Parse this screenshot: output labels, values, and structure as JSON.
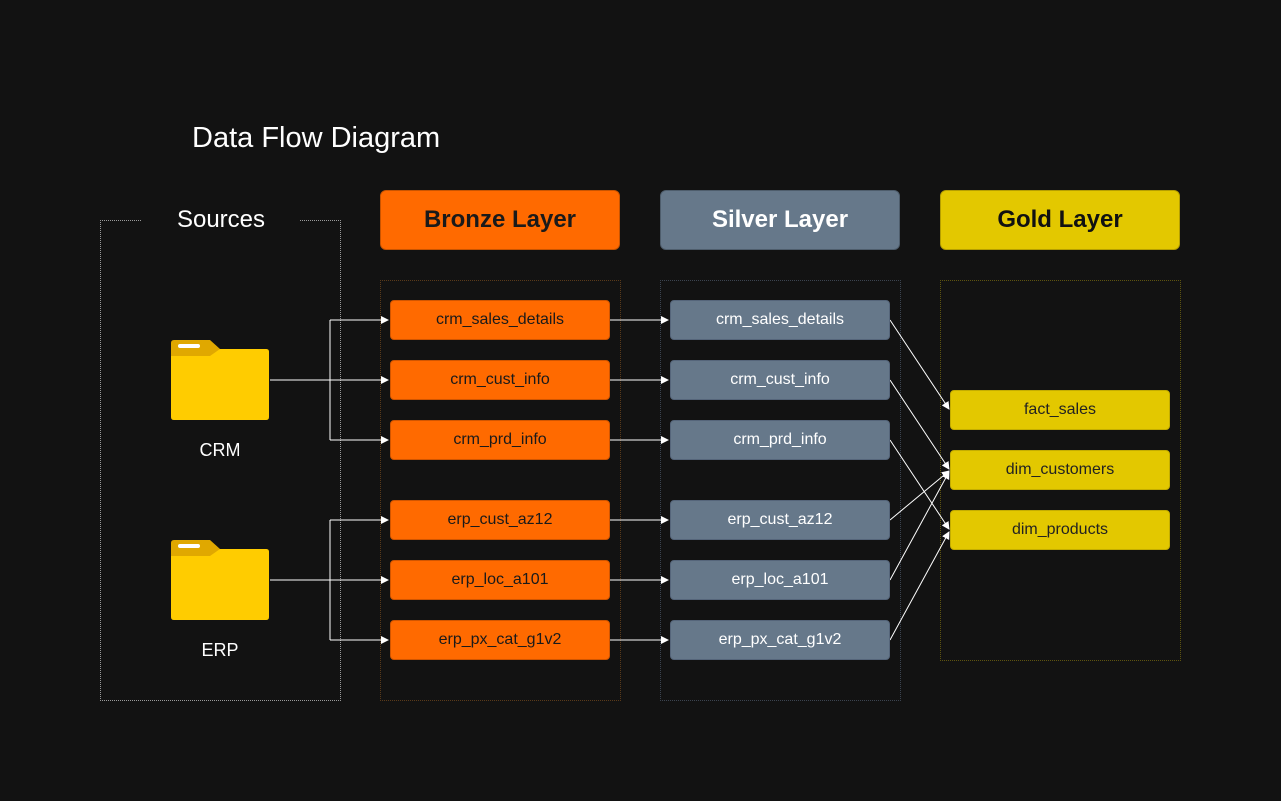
{
  "title": "Data Flow Diagram",
  "sources": {
    "heading": "Sources",
    "items": [
      {
        "label": "CRM",
        "icon": "folder-icon"
      },
      {
        "label": "ERP",
        "icon": "folder-icon"
      }
    ]
  },
  "layers": {
    "bronze": {
      "label": "Bronze Layer",
      "color": "#ff6a00",
      "tables": [
        "crm_sales_details",
        "crm_cust_info",
        "crm_prd_info",
        "erp_cust_az12",
        "erp_loc_a101",
        "erp_px_cat_g1v2"
      ]
    },
    "silver": {
      "label": "Silver Layer",
      "color": "#66788a",
      "tables": [
        "crm_sales_details",
        "crm_cust_info",
        "crm_prd_info",
        "erp_cust_az12",
        "erp_loc_a101",
        "erp_px_cat_g1v2"
      ]
    },
    "gold": {
      "label": "Gold Layer",
      "color": "#e3c800",
      "tables": [
        "fact_sales",
        "dim_customers",
        "dim_products"
      ]
    }
  },
  "flows": {
    "source_to_bronze": [
      {
        "from": "CRM",
        "to": [
          "crm_sales_details",
          "crm_cust_info",
          "crm_prd_info"
        ]
      },
      {
        "from": "ERP",
        "to": [
          "erp_cust_az12",
          "erp_loc_a101",
          "erp_px_cat_g1v2"
        ]
      }
    ],
    "bronze_to_silver": "one-to-one",
    "silver_to_gold": [
      {
        "from": "crm_sales_details",
        "to": "fact_sales"
      },
      {
        "from": "crm_cust_info",
        "to": "dim_customers"
      },
      {
        "from": "crm_prd_info",
        "to": "dim_products"
      },
      {
        "from": "erp_cust_az12",
        "to": "dim_customers"
      },
      {
        "from": "erp_loc_a101",
        "to": "dim_customers"
      },
      {
        "from": "erp_px_cat_g1v2",
        "to": "dim_products"
      }
    ]
  }
}
